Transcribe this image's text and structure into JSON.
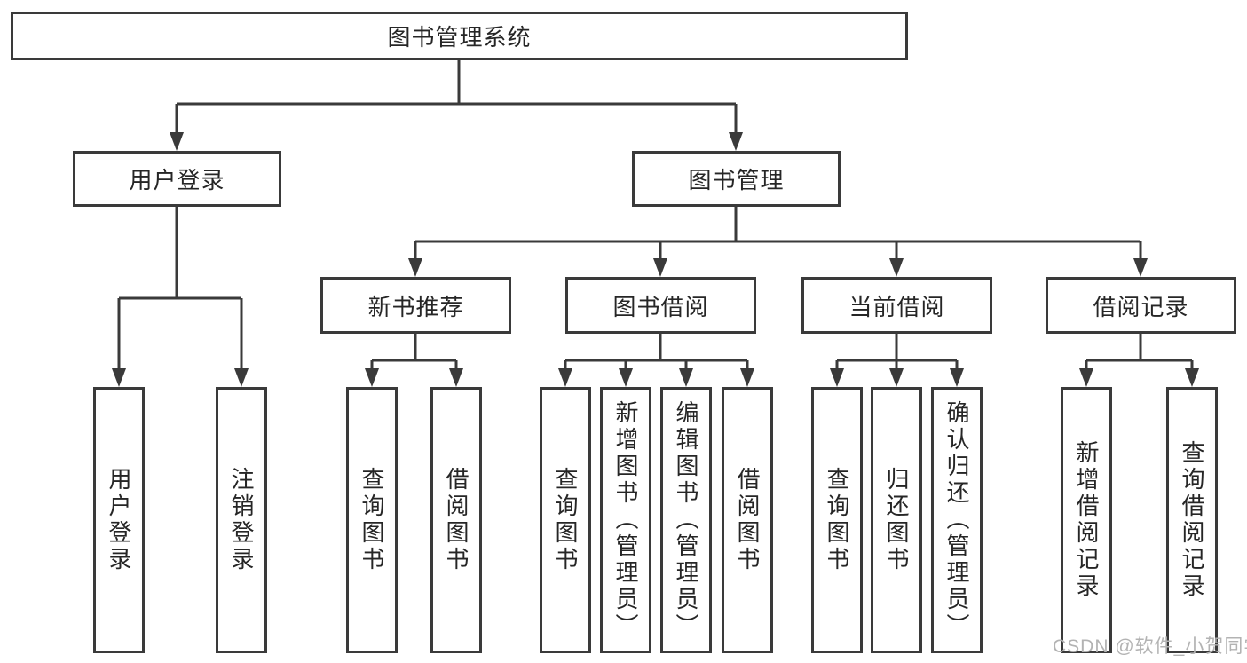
{
  "colors": {
    "line": "#3a3a3a",
    "text": "#262626",
    "background": "#ffffff",
    "watermark": "#b3b3b3"
  },
  "watermark": "CSDN @软件_小贺同学",
  "tree": {
    "label": "图书管理系统",
    "children": [
      {
        "label": "用户登录",
        "children": [
          {
            "label": "用户登录"
          },
          {
            "label": "注销登录"
          }
        ]
      },
      {
        "label": "图书管理",
        "children": [
          {
            "label": "新书推荐",
            "children": [
              {
                "label": "查询图书"
              },
              {
                "label": "借阅图书"
              }
            ]
          },
          {
            "label": "图书借阅",
            "children": [
              {
                "label": "查询图书"
              },
              {
                "label": "新增图书（管理员）"
              },
              {
                "label": "编辑图书（管理员）"
              },
              {
                "label": "借阅图书"
              }
            ]
          },
          {
            "label": "当前借阅",
            "children": [
              {
                "label": "查询图书"
              },
              {
                "label": "归还图书"
              },
              {
                "label": "确认归还（管理员）"
              }
            ]
          },
          {
            "label": "借阅记录",
            "children": [
              {
                "label": "新增借阅记录"
              },
              {
                "label": "查询借阅记录"
              }
            ]
          }
        ]
      }
    ]
  }
}
